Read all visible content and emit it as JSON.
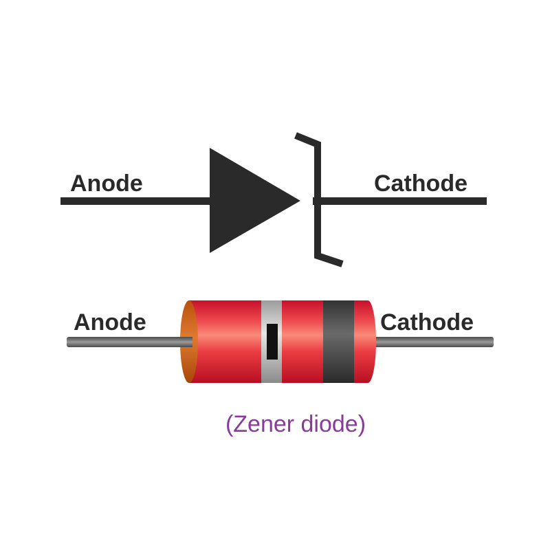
{
  "symbol": {
    "anode_label": "Anode",
    "cathode_label": "Cathode"
  },
  "component": {
    "anode_label": "Anode",
    "cathode_label": "Cathode",
    "caption": "(Zener diode)"
  },
  "colors": {
    "symbol": "#2a2a2a",
    "body_red": "#e0303a",
    "end_cap": "#c85a10",
    "lead": "#6e6e6e",
    "band_dark": "#444444",
    "caption": "#8a3a9c"
  }
}
